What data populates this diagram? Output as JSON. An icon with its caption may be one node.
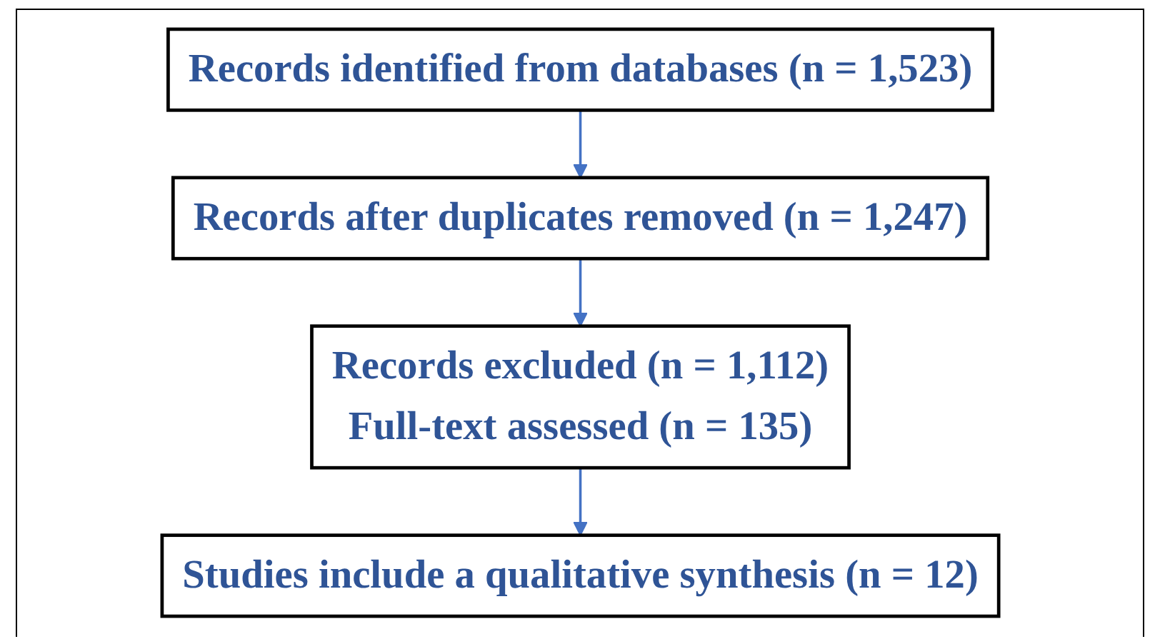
{
  "diagram": {
    "nodes": [
      {
        "text": [
          "Records identified from databases (n = 1,523)"
        ]
      },
      {
        "text": [
          "Records after duplicates removed (n = 1,247)"
        ]
      },
      {
        "text": [
          "Records excluded (n = 1,112)",
          "Full-text assessed (n = 135)"
        ]
      },
      {
        "text": [
          "Studies include a qualitative synthesis (n = 12)"
        ]
      }
    ],
    "edges": [
      {
        "from": 0,
        "to": 1,
        "arrow": "to"
      },
      {
        "from": 1,
        "to": 2,
        "arrow": "to"
      },
      {
        "from": 2,
        "to": 3,
        "arrow": "to"
      }
    ]
  }
}
